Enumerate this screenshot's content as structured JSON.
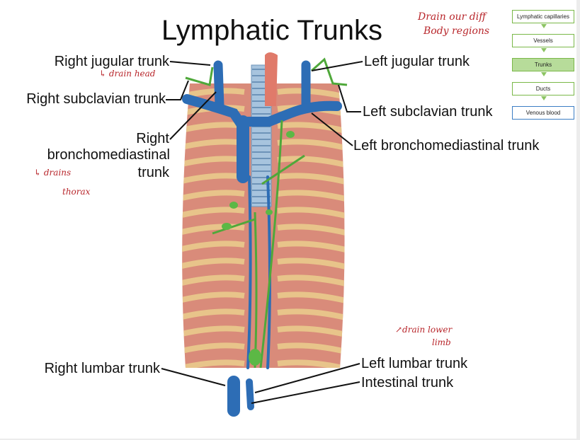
{
  "title": "Lymphatic Trunks",
  "labels": {
    "right_jugular": "Right jugular trunk",
    "right_subclavian": "Right subclavian trunk",
    "right_broncho_1": "Right",
    "right_broncho_2": "bronchomediastinal",
    "right_broncho_3": "trunk",
    "right_lumbar": "Right lumbar trunk",
    "left_jugular": "Left jugular trunk",
    "left_subclavian": "Left subclavian trunk",
    "left_broncho": "Left bronchomediastinal trunk",
    "left_lumbar": "Left lumbar trunk",
    "intestinal": "Intestinal trunk"
  },
  "notes": {
    "top_line1": "Drain our diff",
    "top_line2": "Body regions",
    "drain_head": "↳ drain head",
    "drains_line1": "↳ drains",
    "drains_line2": "thorax",
    "lower_line1": "↗drain lower",
    "lower_line2": "limb"
  },
  "flowchart": [
    "Lymphatic capillaries",
    "Vessels",
    "Trunks",
    "Ducts",
    "Venous blood"
  ],
  "colors": {
    "vein": "#2d6db5",
    "lymph": "#4fa83a",
    "muscle": "#c8565a",
    "rib": "#e8c48a",
    "artery": "#e07a6a",
    "note": "#b8262b"
  }
}
